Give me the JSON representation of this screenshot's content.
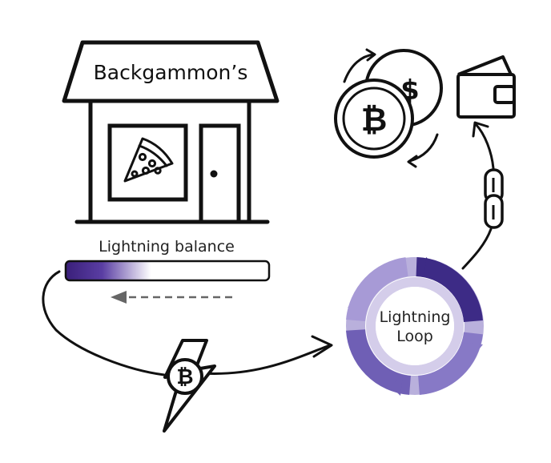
{
  "store": {
    "name": "Backgammon’s"
  },
  "balance": {
    "label": "Lightning balance",
    "fill_fraction": 0.3
  },
  "loop": {
    "line1": "Lightning",
    "line2": "Loop"
  },
  "colors": {
    "outline": "#111111",
    "balance_fill": "#4b2a8c",
    "loop_dark": "#3d2b86",
    "loop_mid": "#6f5fb5",
    "loop_light": "#b9b0dc",
    "dashed_arrow": "#666666"
  },
  "icons": {
    "store": "storefront-icon",
    "pizza": "pizza-slice-icon",
    "exchange": "bitcoin-dollar-exchange-icon",
    "wallet": "wallet-icon",
    "chain": "chain-link-icon",
    "lightning": "lightning-bolt-bitcoin-icon"
  }
}
